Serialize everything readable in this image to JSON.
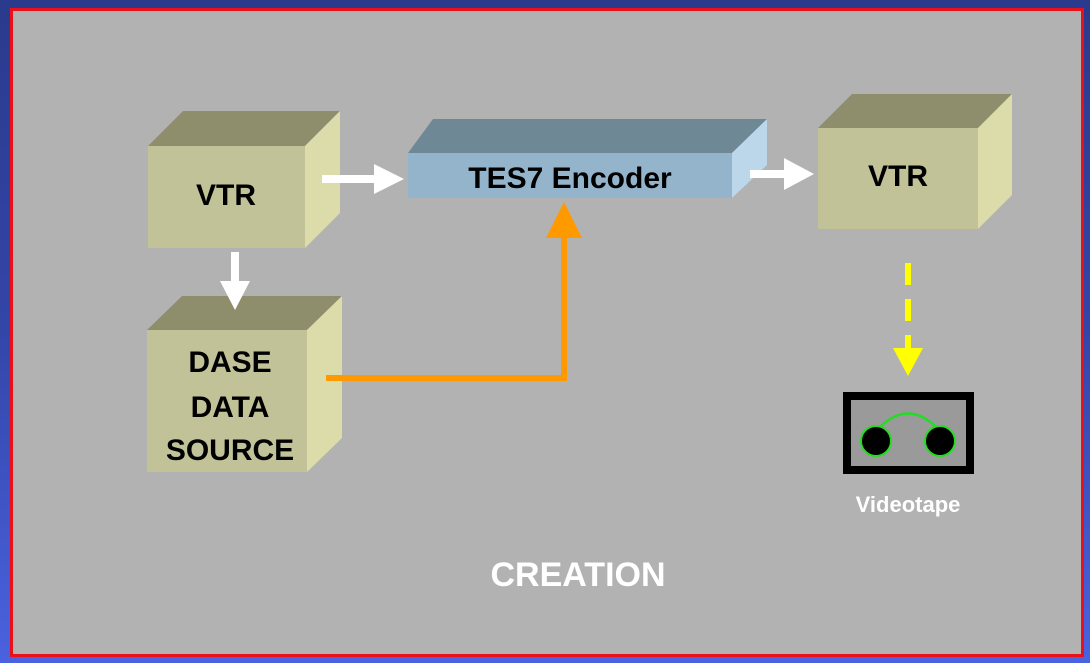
{
  "nodes": {
    "vtr_source": {
      "label": "VTR"
    },
    "encoder": {
      "label": "TES7 Encoder"
    },
    "vtr_output": {
      "label": "VTR"
    },
    "dase_source": {
      "lines": [
        "DASE",
        "DATA",
        "SOURCE"
      ]
    },
    "videotape": {
      "label": "Videotape"
    }
  },
  "caption": "CREATION",
  "colors": {
    "background_top": "#2a3a8c",
    "background_bottom": "#4a62e0",
    "frame_border": "#e8101a",
    "panel": "#b2b2b2",
    "box_front": "#c2c298",
    "box_top": "#8e8e6c",
    "box_side": "#dcdcaa",
    "encoder_front": "#94b4cc",
    "encoder_top": "#6e8896",
    "encoder_side": "#bcd6ea",
    "arrow_white": "#ffffff",
    "arrow_orange": "#ff9900",
    "arrow_yellow_dashed": "#ffff00",
    "tape_reel": "#22dd22"
  }
}
